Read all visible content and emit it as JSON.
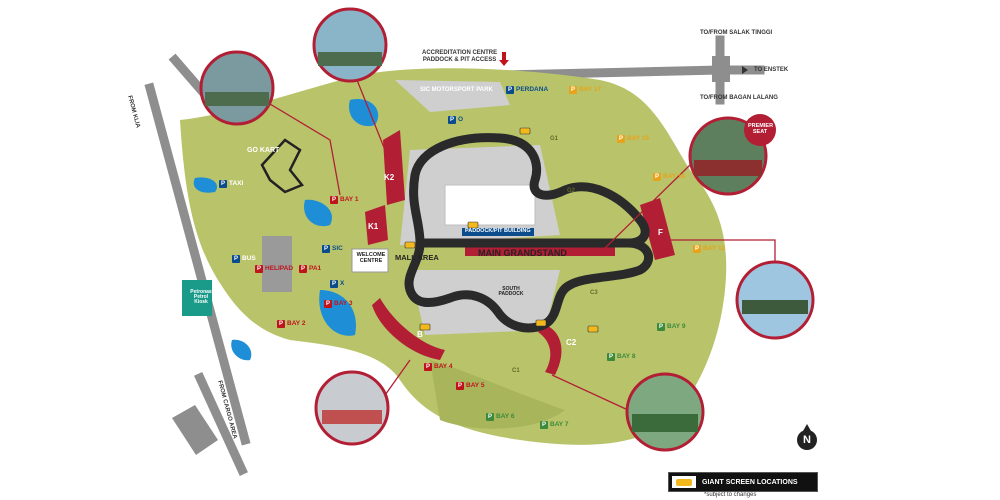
{
  "labels": {
    "accreditation": "ACCREDITATION CENTRE",
    "paddock_access": "PADDOCK & PIT ACCESS",
    "sic_park": "SIC MOTORSPORT PARK",
    "perdana": "PERDANA",
    "go_kart": "GO KART",
    "taxi": "TAXI",
    "bus": "BUS",
    "helipad": "HELIPAD",
    "pa1": "PA1",
    "sic": "SIC",
    "x": "X",
    "welcome_centre": "WELCOME CENTRE",
    "mall_area": "MALL AREA",
    "main_grandstand": "MAIN GRANDSTAND",
    "paddock_pit_building": "PADDOCK/PIT BUILDING",
    "south_paddock": "SOUTH PADDOCK",
    "petronas": "Petronas Petrol Kiosk",
    "premier_seat": "PREMIER SEAT",
    "from_klia": "FROM KLIA",
    "from_cargo": "FROM CARGO AREA",
    "to_salak": "TO/FROM SALAK TINGGI",
    "to_enstek": "TO ENSTEK",
    "to_bagan": "TO/FROM BAGAN LALANG",
    "legend": "GIANT SCREEN LOCATIONS",
    "note": "*subject to changes",
    "north": "N",
    "p": "P",
    "o": "O"
  },
  "stands": {
    "k1": "K1",
    "k2": "K2",
    "b": "B",
    "c2": "C2",
    "f": "F",
    "g1": "G1",
    "g2": "G2",
    "c1": "C1",
    "c3": "C3"
  },
  "bays": {
    "b1": "BAY 1",
    "b2": "BAY 2",
    "b3": "BAY 3",
    "b4": "BAY 4",
    "b5": "BAY 5",
    "b6": "BAY 6",
    "b7": "BAY 7",
    "b8": "BAY 8",
    "b9": "BAY 9",
    "b12": "BAY 12",
    "b14": "BAY 14",
    "b15": "BAY 15",
    "b17": "BAY 17"
  },
  "colors": {
    "grass": "#b9c46a",
    "track": "#2a2a2a",
    "stand": "#b21f35",
    "road": "#8e8e8e",
    "water": "#1e8fd6",
    "paved": "#cfcfcf"
  }
}
